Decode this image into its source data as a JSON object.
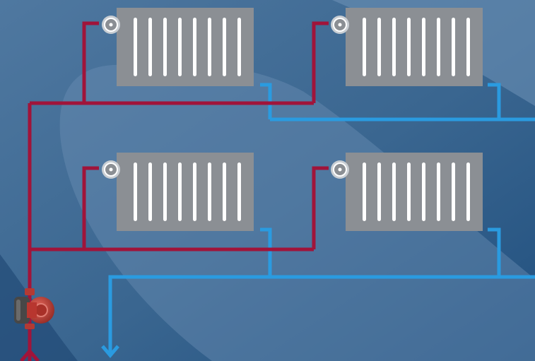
{
  "diagram": {
    "kind": "two-pipe heating system schematic",
    "colors": {
      "background_dark": "#1f4a78",
      "background_mid": "#3d6994",
      "background_light": "#7f9fbf",
      "supply_pipe": "#a0143a",
      "return_pipe": "#2a9be0",
      "radiator_body": "#8b8f94",
      "radiator_fin": "#ffffff",
      "valve_ring": "#c9ced3",
      "pump_body": "#c4403a",
      "pump_motor": "#4a4a4a"
    },
    "radiators": [
      {
        "id": "radiator-top-left",
        "fins": 8
      },
      {
        "id": "radiator-top-right",
        "fins": 8
      },
      {
        "id": "radiator-bottom-left",
        "fins": 8
      },
      {
        "id": "radiator-bottom-right",
        "fins": 8
      }
    ],
    "flows": [
      {
        "id": "supply-in",
        "direction": "up",
        "color_key": "supply_pipe"
      },
      {
        "id": "return-out",
        "direction": "down",
        "color_key": "return_pipe"
      }
    ],
    "pump": {
      "icon": "circulation-pump-icon"
    }
  }
}
